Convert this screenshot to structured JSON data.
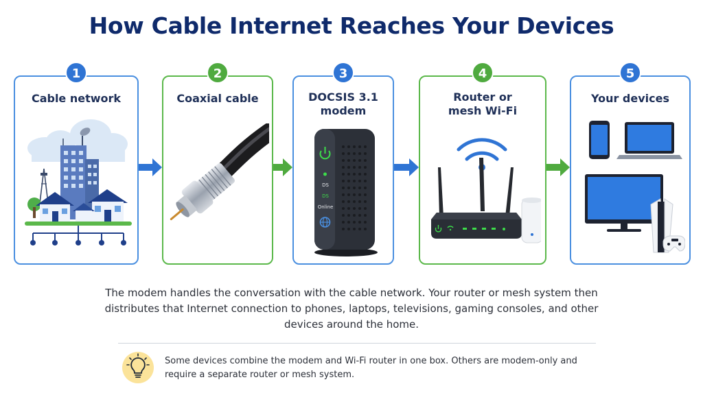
{
  "title": "How Cable Internet Reaches Your Devices",
  "steps": [
    {
      "number": "1",
      "label": "Cable network"
    },
    {
      "number": "2",
      "label": "Coaxial cable"
    },
    {
      "number": "3",
      "label_line1": "DOCSIS 3.1",
      "label_line2": "modem"
    },
    {
      "number": "4",
      "label_line1": "Router or",
      "label_line2": "mesh Wi-Fi"
    },
    {
      "number": "5",
      "label": "Your devices"
    }
  ],
  "modem_leds": [
    "DS",
    "DS",
    "Online"
  ],
  "description": "The modem handles the conversation with the cable network. Your router or mesh system then distributes that Internet connection to phones, laptops, televisions, gaming consoles, and other devices around the home.",
  "tip": "Some devices combine the modem and Wi-Fi router in one box. Others are modem-only and require a separate router or mesh system.",
  "colors": {
    "title": "#0f2a6b",
    "blue_accent": "#2f74d4",
    "green_accent": "#4faa3f"
  },
  "icons": [
    "right-arrow-icon",
    "lightbulb-icon",
    "wifi-icon",
    "globe-icon",
    "power-icon"
  ]
}
